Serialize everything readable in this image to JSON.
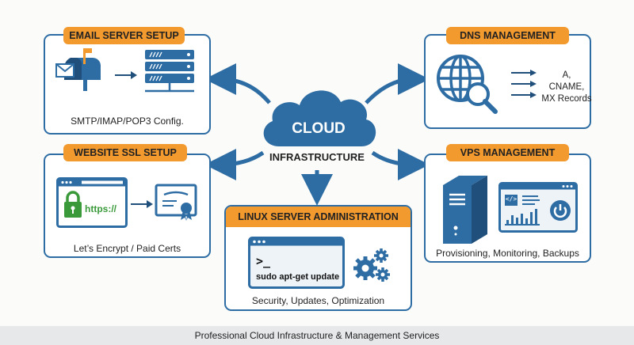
{
  "center": {
    "title": "CLOUD",
    "subtitle": "INFRASTRUCTURE"
  },
  "panels": {
    "email": {
      "title": "EMAIL SERVER SETUP",
      "caption": "SMTP/IMAP/POP3 Config."
    },
    "dns": {
      "title": "DNS MANAGEMENT",
      "caption_lines": [
        "A,",
        "CNAME,",
        "MX Records"
      ]
    },
    "ssl": {
      "title": "WEBSITE SSL SETUP",
      "https_text": "https://",
      "caption": "Let’s Encrypt / Paid Certs"
    },
    "vps": {
      "title": "VPS MANAGEMENT",
      "code_glyph": "</>",
      "caption": "Provisioning, Monitoring, Backups"
    },
    "linux": {
      "title": "LINUX SERVER ADMINISTRATION",
      "prompt": ">_",
      "command": "sudo apt-get update",
      "caption": "Security, Updates, Optimization"
    }
  },
  "footer": {
    "text": "Professional Cloud Infrastructure & Management Services"
  },
  "colors": {
    "primary_blue": "#2e6da4",
    "dark_blue": "#1f4f7a",
    "accent_orange": "#f39a2e",
    "ssl_green": "#3a9a3a"
  }
}
